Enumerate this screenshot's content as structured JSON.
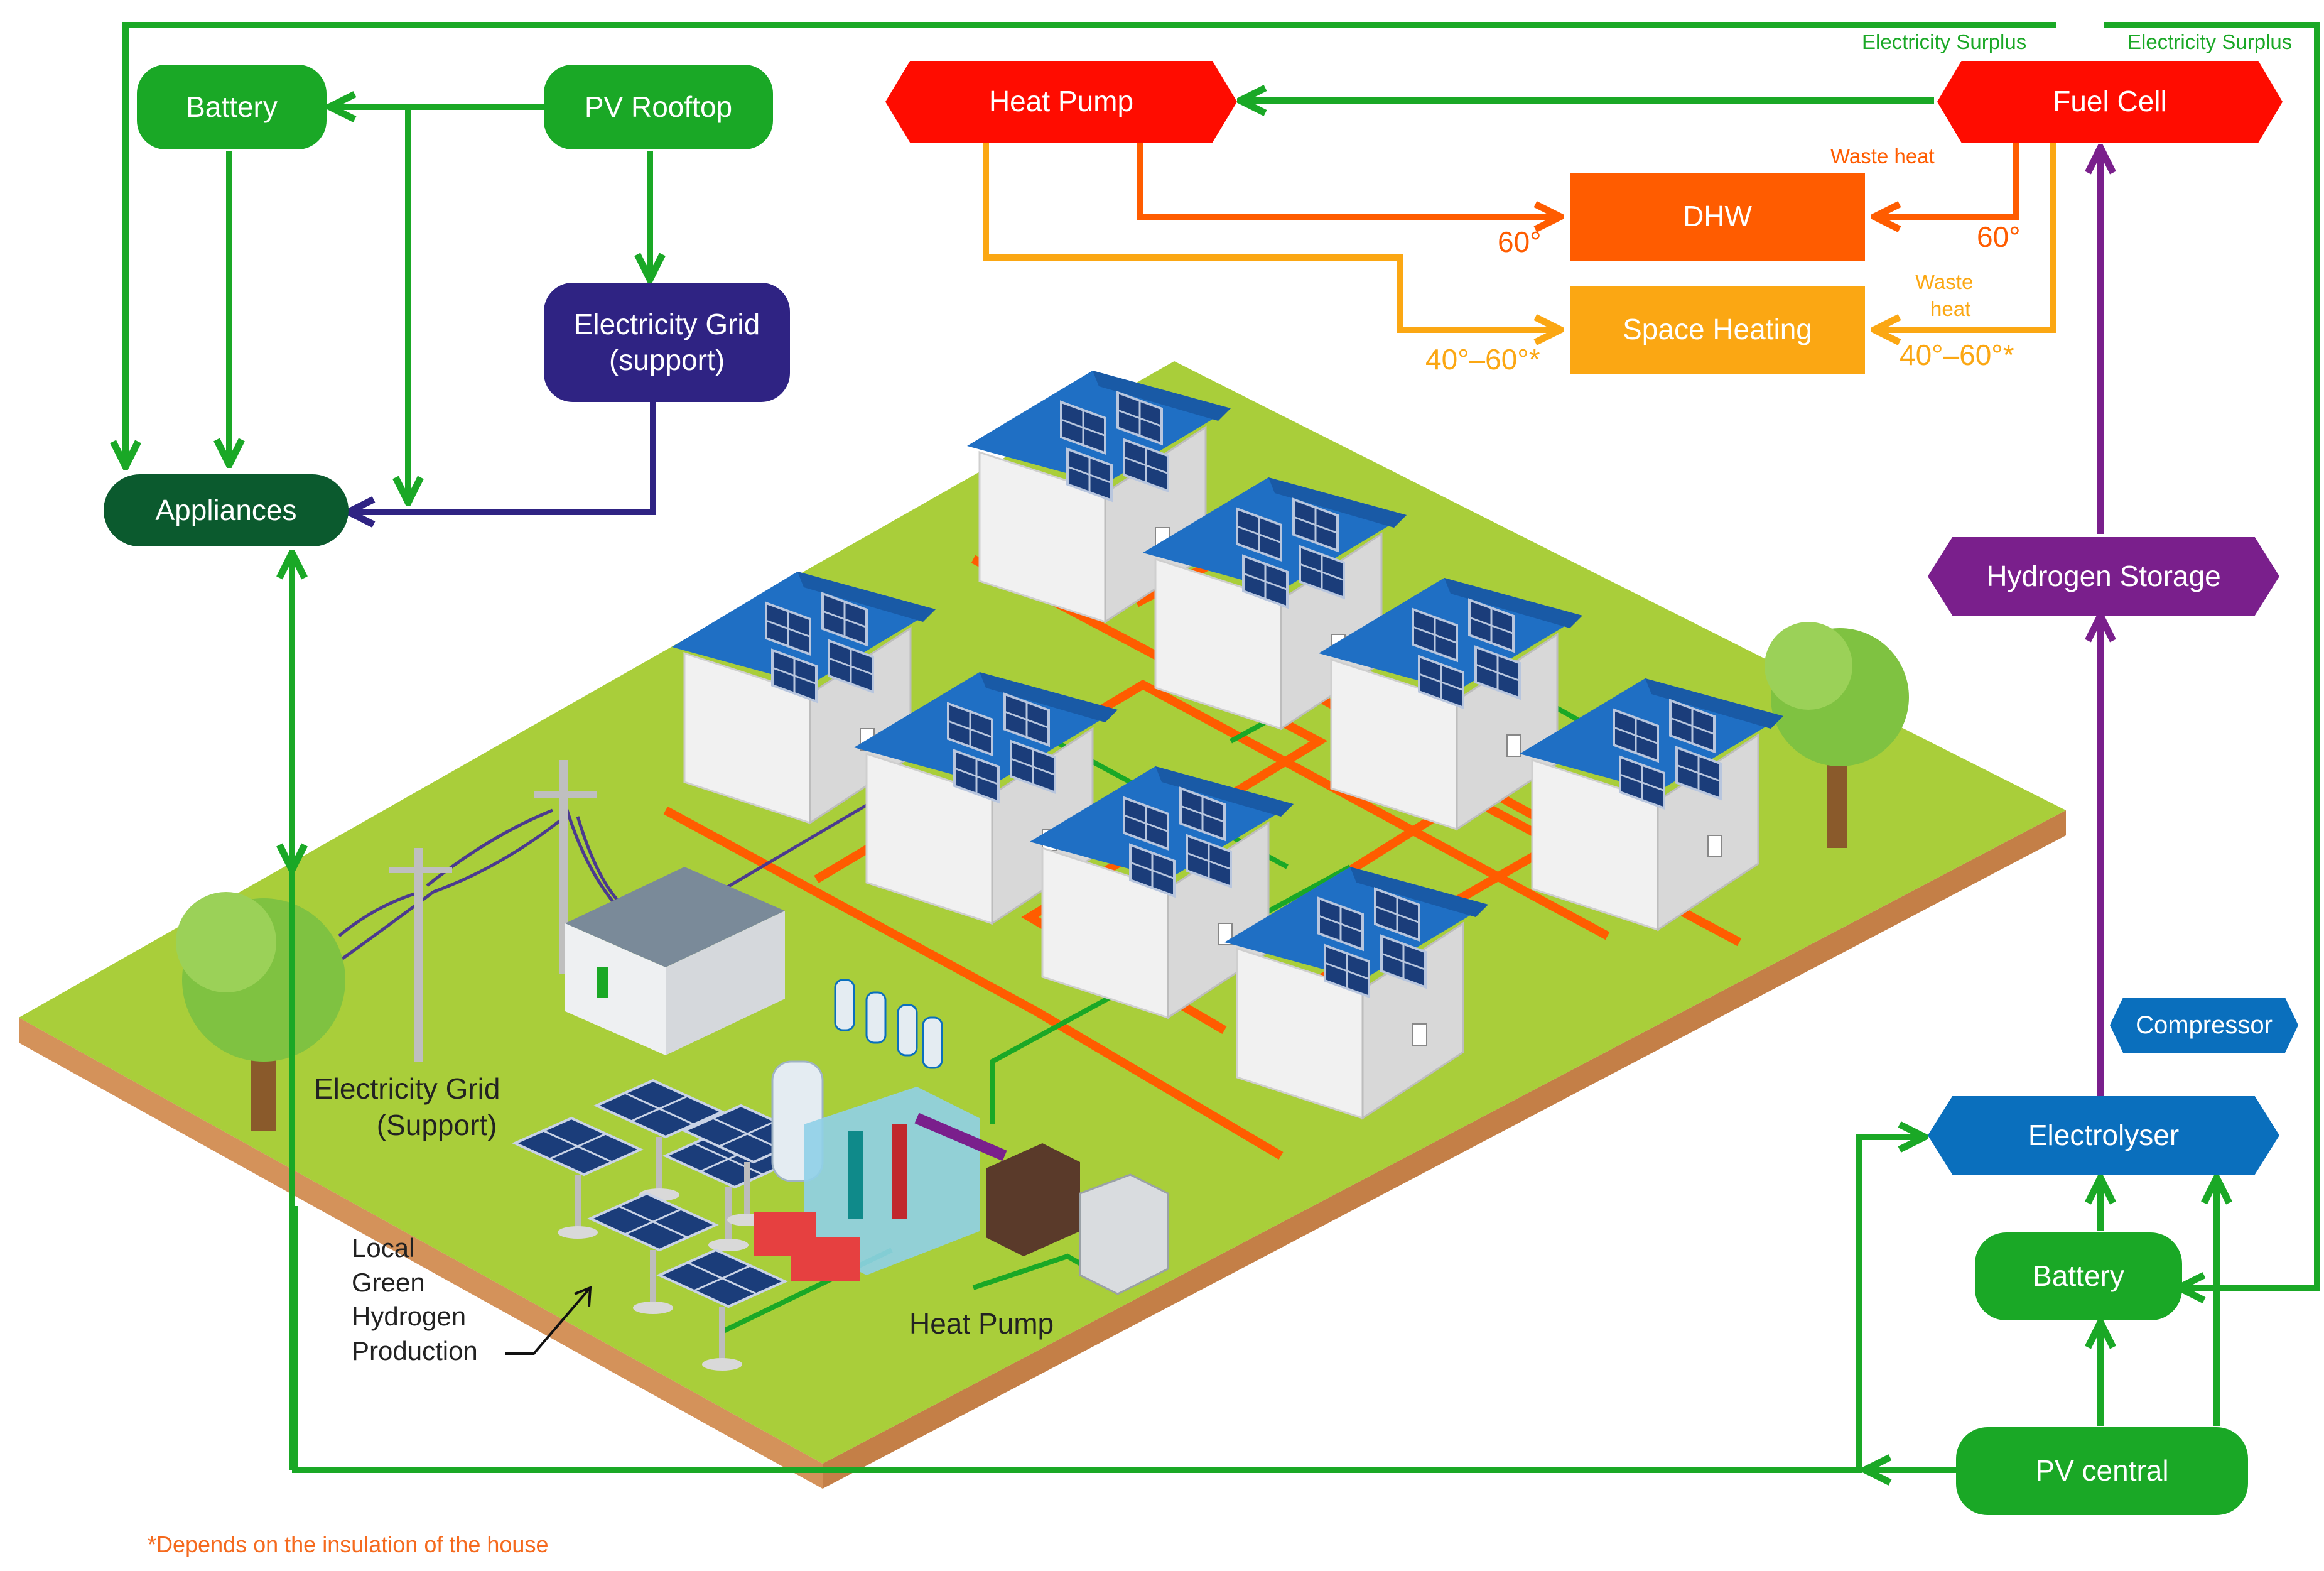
{
  "colors": {
    "green": "#1aa826",
    "dark_green": "#0b5a2e",
    "navy": "#2f2383",
    "red": "#ff0c00",
    "orange": "#ff5c00",
    "amber": "#fba713",
    "purple": "#7a1f8c",
    "blue": "#0a6fbd",
    "ground": "#a9ce3a",
    "soil": "#d4925a",
    "note_orange": "#f56a1e"
  },
  "nodes": {
    "battery_top": "Battery",
    "pv_rooftop": "PV Rooftop",
    "grid_support_line1": "Electricity Grid",
    "grid_support_line2": "(support)",
    "appliances": "Appliances",
    "heat_pump_top": "Heat Pump",
    "fuel_cell": "Fuel Cell",
    "dhw": "DHW",
    "space_heating": "Space Heating",
    "hydrogen_storage": "Hydrogen Storage",
    "compressor": "Compressor",
    "electrolyser": "Electrolyser",
    "battery_bottom": "Battery",
    "pv_central": "PV central"
  },
  "labels": {
    "electricity_surplus_1": "Electricity Surplus",
    "electricity_surplus_2": "Electricity Surplus",
    "waste_heat_1": "Waste heat",
    "waste_heat_2_line1": "Waste",
    "waste_heat_2_line2": "heat",
    "dhw_temp_left": "60°",
    "dhw_temp_right": "60°",
    "space_temp_left": "40°–60°*",
    "space_temp_right": "40°–60°*",
    "grid_scene_line1": "Electricity Grid",
    "grid_scene_line2": "(Support)",
    "hydrogen_line1": "Local",
    "hydrogen_line2": "Green",
    "hydrogen_line3": "Hydrogen",
    "hydrogen_line4": "Production",
    "heat_pump_scene": "Heat Pump",
    "footnote": "*Depends on the insulation of the house"
  }
}
